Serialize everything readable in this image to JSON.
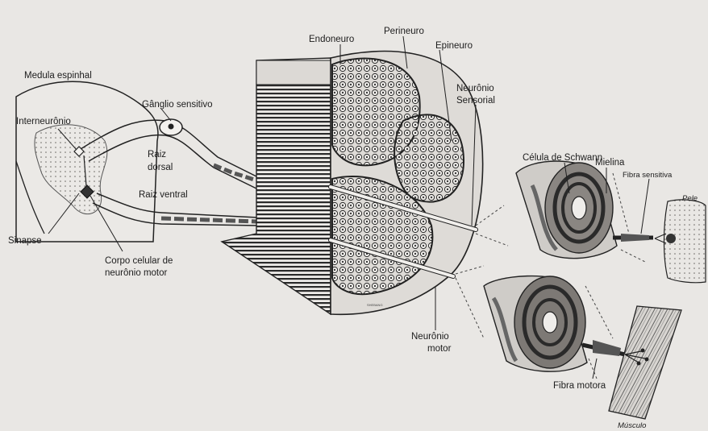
{
  "labels": {
    "medula": "Medula espinhal",
    "ganglio": "Gânglio sensitivo",
    "interneuronio": "Interneurônio",
    "raiz_dorsal_1": "Raiz",
    "raiz_dorsal_2": "dorsal",
    "raiz_ventral": "Raiz ventral",
    "sinapse": "Sinapse",
    "corpo_celular_1": "Corpo celular de",
    "corpo_celular_2": "neurônio motor",
    "endoneuro": "Endoneuro",
    "perineuro": "Perineuro",
    "epineuro": "Epineuro",
    "neuronio_sensorial_1": "Neurônio",
    "neuronio_sensorial_2": "Sensorial",
    "celula_schwann": "Célula de Schwann",
    "mielina": "Mielina",
    "fibra_sensitiva": "Fibra sensitiva",
    "pele": "Pele",
    "neuronio_motor_1": "Neurônio",
    "neuronio_motor_2": "motor",
    "fibra_motora": "Fibra motora",
    "musculo": "Músculo"
  },
  "colors": {
    "paper": "#e9e7e4",
    "ink": "#1d1d1d",
    "shade": "#bdbab6"
  }
}
